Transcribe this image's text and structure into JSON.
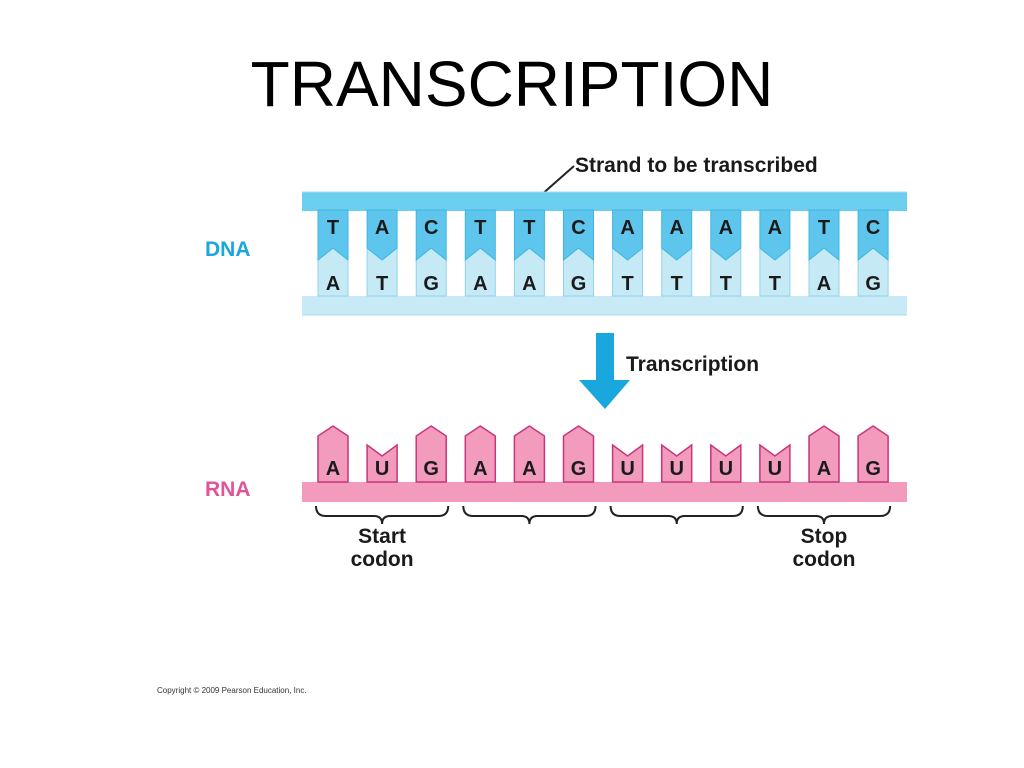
{
  "slide": {
    "title": "TRANSCRIPTION"
  },
  "figure": {
    "strand_label": "Strand to be transcribed",
    "dna_label": "DNA",
    "rna_label": "RNA",
    "transcription_label": "Transcription",
    "dna_template": [
      "T",
      "A",
      "C",
      "T",
      "T",
      "C",
      "A",
      "A",
      "A",
      "A",
      "T",
      "C"
    ],
    "dna_coding": [
      "A",
      "T",
      "G",
      "A",
      "A",
      "G",
      "T",
      "T",
      "T",
      "T",
      "A",
      "G"
    ],
    "rna": [
      "A",
      "U",
      "G",
      "A",
      "A",
      "G",
      "U",
      "U",
      "U",
      "U",
      "A",
      "G"
    ],
    "codons": [
      {
        "line1": "Start",
        "line2": "codon"
      },
      {
        "line1": "",
        "line2": ""
      },
      {
        "line1": "",
        "line2": ""
      },
      {
        "line1": "Stop",
        "line2": "codon"
      }
    ],
    "colors": {
      "dna_template_fill": "#6dcff0",
      "dna_template_base": "#5ec6ec",
      "dna_coding_fill": "#c6e9f6",
      "dna_backbone_top": "#6dcff0",
      "dna_backbone_bottom": "#c8eaf6",
      "dna_label": "#1aa7dd",
      "rna_fill": "#f29bbd",
      "rna_outline": "#c8357a",
      "rna_label": "#e0559a",
      "arrow": "#1aa7dd"
    }
  },
  "footer": {
    "copyright": "Copyright © 2009 Pearson Education, Inc."
  }
}
